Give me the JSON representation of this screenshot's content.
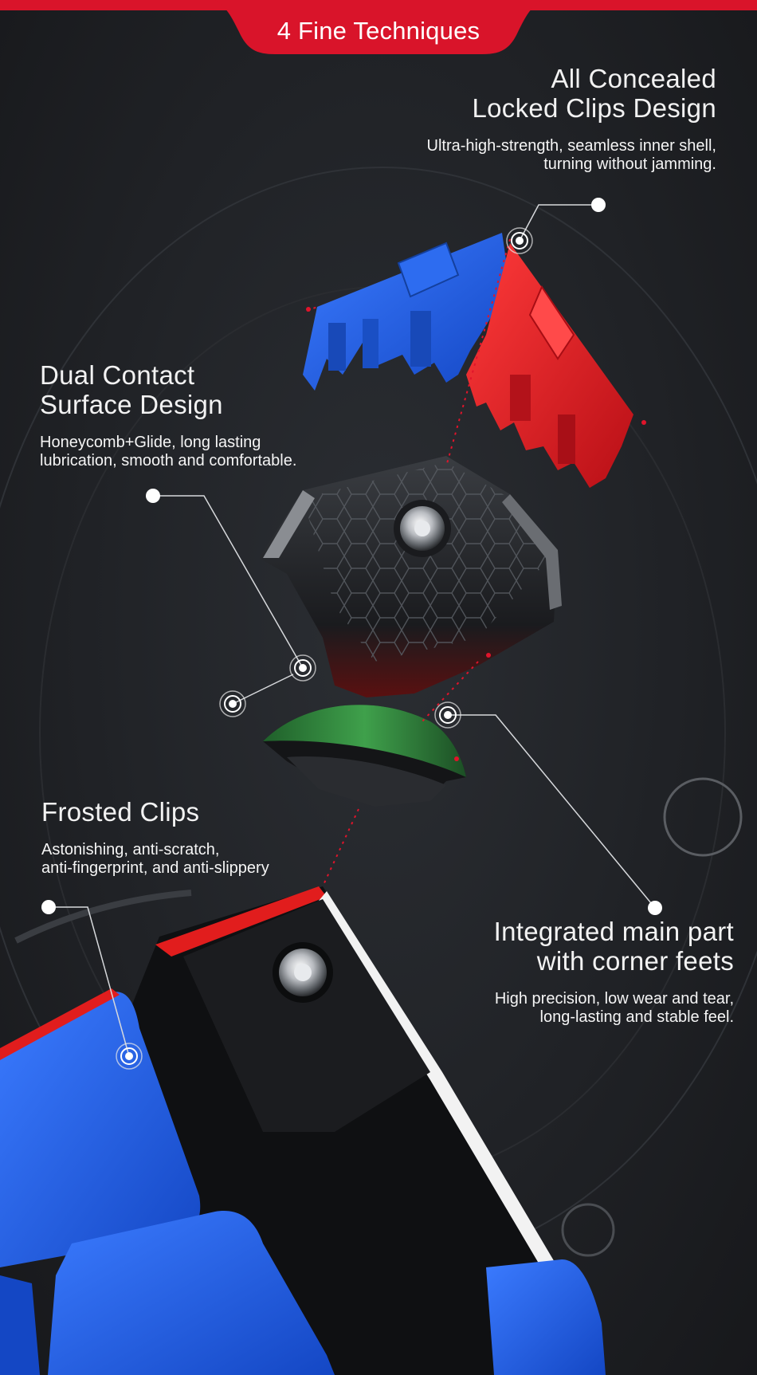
{
  "header": {
    "tab_label": "4 Fine Techniques"
  },
  "features": [
    {
      "title_lines": [
        "All Concealed",
        "Locked Clips Design"
      ],
      "description_lines": [
        "Ultra-high-strength, seamless inner shell,",
        "turning without jamming."
      ]
    },
    {
      "title_lines": [
        "Dual Contact",
        "Surface Design"
      ],
      "description_lines": [
        "Honeycomb+Glide, long lasting",
        "lubrication, smooth and comfortable."
      ]
    },
    {
      "title_lines": [
        "Frosted Clips"
      ],
      "description_lines": [
        "Astonishing, anti-scratch,",
        "anti-fingerprint, and anti-slippery"
      ]
    },
    {
      "title_lines": [
        "Integrated main part",
        "with corner feets"
      ],
      "description_lines": [
        "High precision, low wear and tear,",
        "long-lasting and stable feel."
      ]
    }
  ],
  "colors": {
    "accent_red": "#e0142b",
    "cube_blue": "#1e63e6",
    "cube_red": "#e02424",
    "cube_green": "#2e8b3a",
    "cube_white": "#f2f2f2",
    "core_black": "#0e0f11"
  }
}
